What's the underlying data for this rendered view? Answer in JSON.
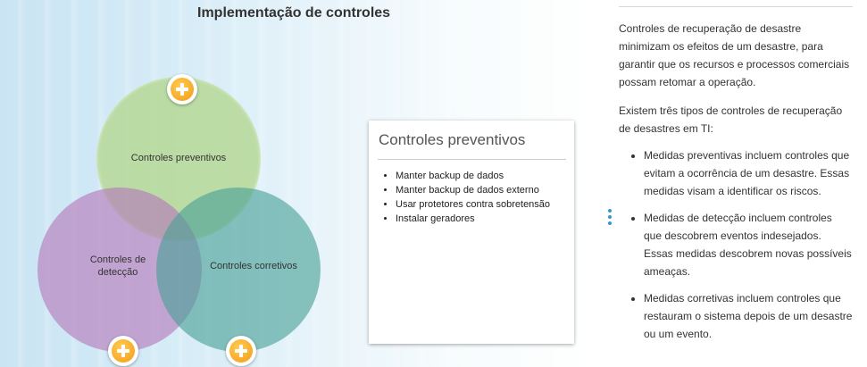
{
  "page_title": "Implementação de controles",
  "diagram": {
    "circles": {
      "preventive": "Controles preventivos",
      "detection_line1": "Controles de",
      "detection_line2": "detecção",
      "corrective": "Controles corretivos"
    },
    "plus_icon": "plus-icon"
  },
  "detail_card": {
    "title": "Controles preventivos",
    "items": [
      "Manter backup de dados",
      "Manter backup de dados externo",
      "Usar protetores contra sobretensão",
      "Instalar geradores"
    ]
  },
  "description": {
    "paragraph1": "Controles de recuperação de desastre minimizam os efeitos de um desastre, para garantir que os recursos e processos comerciais possam retomar a operação.",
    "paragraph2": "Existem três tipos de controles de recuperação de desastres em TI:",
    "bullets": [
      "Medidas preventivas incluem controles que evitam a ocorrência de um desastre. Essas medidas visam a identificar os riscos.",
      "Medidas de detecção incluem controles que descobrem eventos indesejados. Essas medidas descobrem novas possíveis ameaças.",
      "Medidas corretivas incluem controles que restauram o sistema depois de um desastre ou um evento."
    ]
  },
  "colors": {
    "preventive": "#b6d896",
    "detection": "#b478ba",
    "corrective": "#48a096",
    "plus_button": "#f59a12",
    "dots": "#3399cc"
  }
}
